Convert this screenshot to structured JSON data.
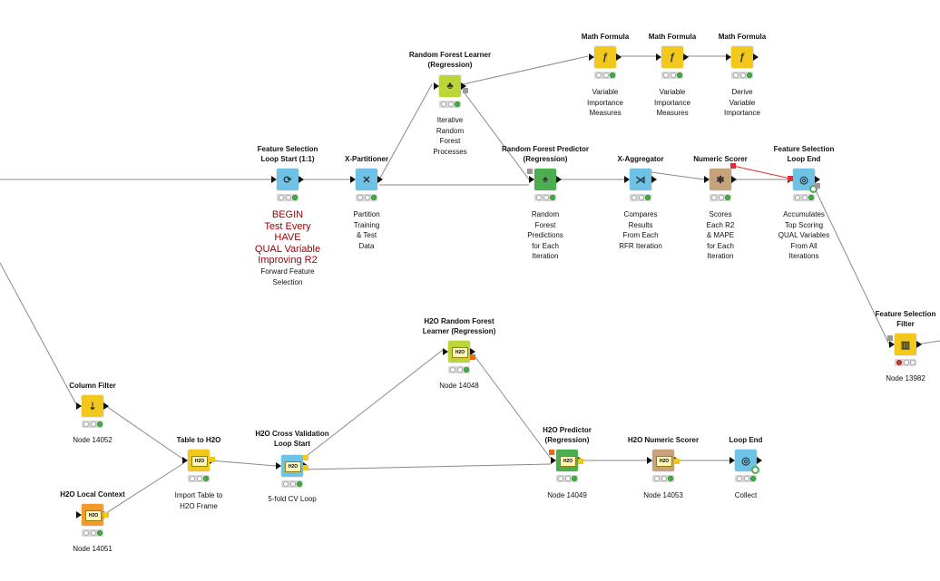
{
  "workflow": {
    "nodes": [
      {
        "id": "feature-selection-loop-start",
        "title": "Feature Selection\nLoop Start (1:1)",
        "comment": "Forward Feature\nSelection",
        "comment_red": "BEGIN\nTest Every\nHAVE\nQUAL Variable\nImproving R2",
        "color": "#6dc2e6",
        "icon": "loop-start-icon",
        "status": [
          "off",
          "off",
          "green"
        ]
      },
      {
        "id": "x-partitioner",
        "title": "X-Partitioner",
        "comment": "Partition\nTraining\n& Test\nData",
        "color": "#6dc2e6",
        "icon": "partition-icon",
        "status": [
          "off",
          "off",
          "green"
        ]
      },
      {
        "id": "random-forest-learner",
        "title": "Random Forest Learner\n(Regression)",
        "comment": "Iterative\nRandom\nForest\nProcesses",
        "color": "#bcd63a",
        "icon": "forest-learner-icon",
        "status": [
          "off",
          "off",
          "green"
        ]
      },
      {
        "id": "random-forest-predictor",
        "title": "Random Forest Predictor\n(Regression)",
        "comment": "Random\nForest\nPredictions\nfor Each\nIteration",
        "color": "#4cae50",
        "icon": "forest-predictor-icon",
        "status": [
          "off",
          "off",
          "green"
        ]
      },
      {
        "id": "x-aggregator",
        "title": "X-Aggregator",
        "comment": "Compares\nResults\nFrom Each\nRFR Iteration",
        "color": "#6dc2e6",
        "icon": "aggregator-icon",
        "status": [
          "off",
          "off",
          "green"
        ]
      },
      {
        "id": "numeric-scorer",
        "title": "Numeric Scorer",
        "comment": "Scores\nEach R2\n& MAPE\nfor Each\nIteration",
        "color": "#c8a27a",
        "icon": "scorer-icon",
        "status": [
          "off",
          "off",
          "green"
        ]
      },
      {
        "id": "feature-selection-loop-end",
        "title": "Feature Selection\nLoop End",
        "comment": "Accumulates\nTop Scoring\nQUAL Variables\nFrom All\nIterations",
        "color": "#6dc2e6",
        "icon": "loop-end-icon",
        "status": [
          "off",
          "off",
          "green"
        ]
      },
      {
        "id": "math-formula-1",
        "title": "Math Formula",
        "comment": "Variable\nImportance\nMeasures",
        "color": "#f2c81c",
        "icon": "formula-icon",
        "status": [
          "off",
          "off",
          "green"
        ]
      },
      {
        "id": "math-formula-2",
        "title": "Math Formula",
        "comment": "Variable\nImportance\nMeasures",
        "color": "#f2c81c",
        "icon": "formula-icon",
        "status": [
          "off",
          "off",
          "green"
        ]
      },
      {
        "id": "math-formula-3",
        "title": "Math Formula",
        "comment": "Derive\nVariable\nImportance",
        "color": "#f2c81c",
        "icon": "formula-icon",
        "status": [
          "off",
          "off",
          "green"
        ]
      },
      {
        "id": "feature-selection-filter",
        "title": "Feature Selection\nFilter",
        "comment": "Node 13982",
        "color": "#f2c81c",
        "icon": "filter-icon",
        "status": [
          "red",
          "off",
          "off"
        ]
      },
      {
        "id": "column-filter",
        "title": "Column Filter",
        "comment": "Node 14052",
        "color": "#f2c81c",
        "icon": "column-filter-icon",
        "status": [
          "off",
          "off",
          "green"
        ]
      },
      {
        "id": "h2o-local-context",
        "title": "H2O Local Context",
        "comment": "Node 14051",
        "color": "#f39a2a",
        "icon": "h2o-icon",
        "status": [
          "off",
          "off",
          "green"
        ]
      },
      {
        "id": "table-to-h2o",
        "title": "Table to H2O",
        "comment": "Import Table to\nH2O Frame",
        "color": "#f2c81c",
        "icon": "h2o-icon",
        "status": [
          "off",
          "off",
          "green"
        ]
      },
      {
        "id": "h2o-cross-validation",
        "title": "H2O Cross Validation\nLoop Start",
        "comment": "5-fold CV Loop",
        "color": "#6dc2e6",
        "icon": "h2o-icon",
        "status": [
          "off",
          "off",
          "green"
        ]
      },
      {
        "id": "h2o-random-forest-learner",
        "title": "H2O Random Forest\nLearner (Regression)",
        "comment": "Node 14048",
        "color": "#bcd63a",
        "icon": "h2o-icon",
        "status": [
          "off",
          "off",
          "green"
        ]
      },
      {
        "id": "h2o-predictor",
        "title": "H2O Predictor\n(Regression)",
        "comment": "Node 14049",
        "color": "#4cae50",
        "icon": "h2o-icon",
        "status": [
          "off",
          "off",
          "green"
        ]
      },
      {
        "id": "h2o-numeric-scorer",
        "title": "H2O Numeric Scorer",
        "comment": "Node 14053",
        "color": "#c8a27a",
        "icon": "h2o-icon",
        "status": [
          "off",
          "off",
          "green"
        ]
      },
      {
        "id": "loop-end",
        "title": "Loop End",
        "comment": "Collect",
        "color": "#6dc2e6",
        "icon": "loop-end-icon",
        "status": [
          "off",
          "off",
          "green"
        ]
      }
    ],
    "h2o_badge": "H2O",
    "icon_glyphs": {
      "loop-start-icon": "⟳",
      "partition-icon": "✕",
      "forest-learner-icon": "♣",
      "forest-predictor-icon": "♠",
      "aggregator-icon": "⋊",
      "scorer-icon": "✱",
      "loop-end-icon": "◎",
      "formula-icon": "ƒ",
      "filter-icon": "▥",
      "column-filter-icon": "⇣"
    },
    "colors": {
      "wire": "#8a8a8a",
      "wire_active": "#e03030",
      "loop_blue": "#6dc2e6",
      "manipulator_yellow": "#f2c81c",
      "learner_lime": "#bcd63a",
      "predictor_green": "#4cae50",
      "scorer_tan": "#c8a27a",
      "source_orange": "#f39a2a",
      "comment_red": "#a00000"
    }
  }
}
